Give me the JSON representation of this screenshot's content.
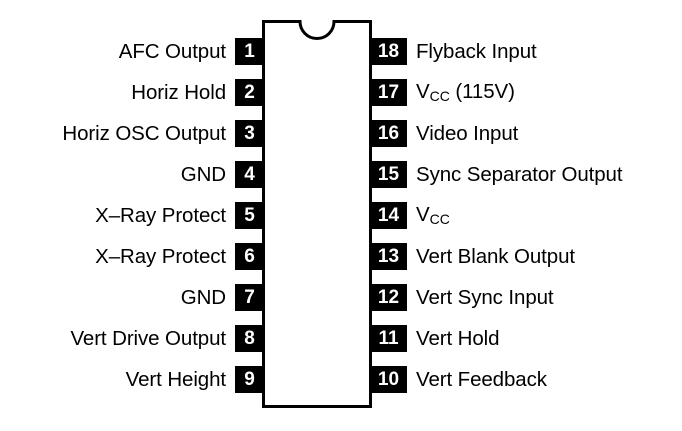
{
  "diagram": {
    "type": "ic-pinout",
    "package": "18-pin DIP",
    "background_color": "#ffffff",
    "ink_color": "#000000",
    "pin_number_box_color": "#000000",
    "pin_number_text_color": "#ffffff",
    "body_notch": "semicircle-top-center"
  },
  "pins": {
    "left": [
      {
        "number": "1",
        "label": "AFC Output"
      },
      {
        "number": "2",
        "label": "Horiz Hold"
      },
      {
        "number": "3",
        "label": "Horiz OSC Output"
      },
      {
        "number": "4",
        "label": "GND"
      },
      {
        "number": "5",
        "label": "X–Ray Protect"
      },
      {
        "number": "6",
        "label": "X–Ray Protect"
      },
      {
        "number": "7",
        "label": "GND"
      },
      {
        "number": "8",
        "label": "Vert Drive Output"
      },
      {
        "number": "9",
        "label": "Vert Height"
      }
    ],
    "right": [
      {
        "number": "18",
        "label": "Flyback Input",
        "label_main": "Flyback Input",
        "label_sub": "",
        "label_tail": ""
      },
      {
        "number": "17",
        "label": "VCC (115V)",
        "label_main": "V",
        "label_sub": "CC",
        "label_tail": " (115V)"
      },
      {
        "number": "16",
        "label": "Video Input",
        "label_main": "Video Input",
        "label_sub": "",
        "label_tail": ""
      },
      {
        "number": "15",
        "label": "Sync Separator Output",
        "label_main": "Sync Separator Output",
        "label_sub": "",
        "label_tail": ""
      },
      {
        "number": "14",
        "label": "VCC",
        "label_main": "V",
        "label_sub": "CC",
        "label_tail": ""
      },
      {
        "number": "13",
        "label": "Vert Blank Output",
        "label_main": "Vert Blank Output",
        "label_sub": "",
        "label_tail": ""
      },
      {
        "number": "12",
        "label": "Vert Sync Input",
        "label_main": "Vert Sync Input",
        "label_sub": "",
        "label_tail": ""
      },
      {
        "number": "11",
        "label": "Vert Hold",
        "label_main": "Vert Hold",
        "label_sub": "",
        "label_tail": ""
      },
      {
        "number": "10",
        "label": "Vert Feedback",
        "label_main": "Vert Feedback",
        "label_sub": "",
        "label_tail": ""
      }
    ]
  }
}
